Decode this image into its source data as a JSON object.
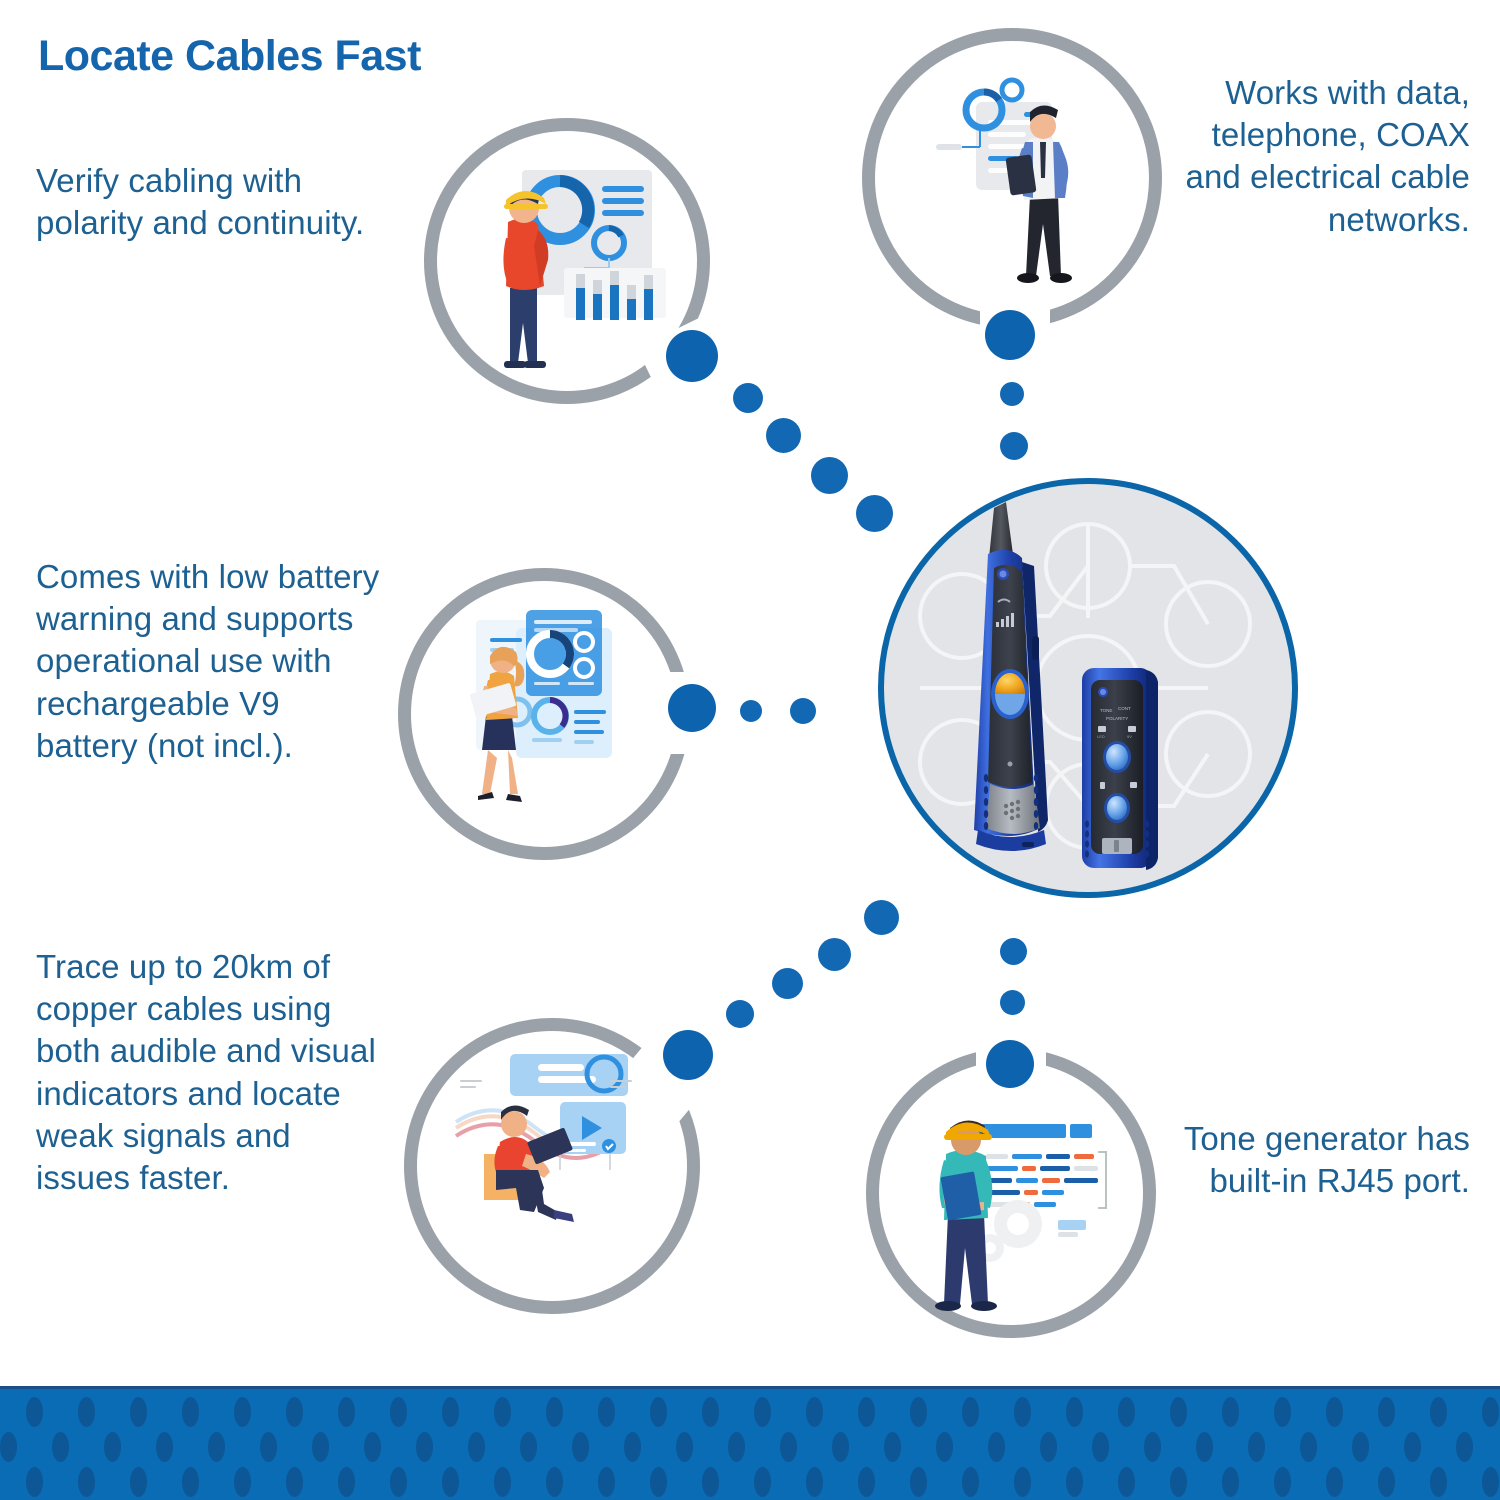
{
  "page": {
    "title": "Locate Cables Fast",
    "background_color": "#ffffff",
    "title_color": "#1565ad",
    "body_text_color": "#1d6092",
    "ring_color": "#9aa1a8",
    "accent_blue": "#1268b3",
    "product_ring_color": "#0a66a8",
    "product_bg_color": "#e2e4e8",
    "banner_color": "#0a6cb4",
    "banner_dot_color": "#0d5796"
  },
  "callouts": {
    "verify": {
      "text": "Verify cabling with polarity and continuity.",
      "align": "left",
      "position": "top-left"
    },
    "works_with": {
      "text": "Works with data, telephone, COAX and electrical cable networks.",
      "align": "right",
      "position": "top-right"
    },
    "battery": {
      "text": "Comes with low battery warning and supports operational use with rechargeable V9 battery (not incl.).",
      "align": "left",
      "position": "middle-left"
    },
    "trace": {
      "text": "Trace up to 20km of copper cables using both audible and visual indicators and locate weak signals and issues faster.",
      "align": "left",
      "position": "bottom-left"
    },
    "tone": {
      "text": "Tone generator has built-in RJ45 port.",
      "align": "right",
      "position": "bottom-right"
    }
  },
  "illustrations": {
    "verify": "worker-with-charts-illustration",
    "works_with": "businessman-with-tablet-illustration",
    "battery": "woman-with-laptop-dashboard-illustration",
    "trace": "man-sitting-with-laptop-illustration",
    "tone": "engineer-with-clipboard-illustration",
    "product": "cable-tracer-probe-and-tone-generator-photo"
  },
  "product": {
    "probe_label": "cable-tracer-probe",
    "generator_label": "tone-generator"
  }
}
